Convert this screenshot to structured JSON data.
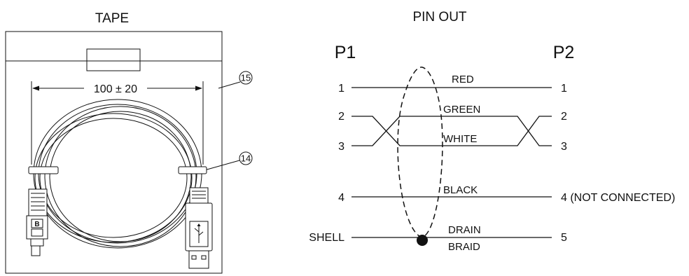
{
  "assembly": {
    "tape_label": "TAPE",
    "dimension_label": "100 ± 20",
    "callouts": [
      {
        "id": "bag",
        "label": "15"
      },
      {
        "id": "cable",
        "label": "14"
      }
    ],
    "connectors": {
      "left_glyph": "B",
      "right_glyph": "USB"
    }
  },
  "pinout": {
    "title": "PIN OUT",
    "p1_label": "P1",
    "p2_label": "P2",
    "rows": [
      {
        "p1": "1",
        "wire": "RED",
        "p2": "1"
      },
      {
        "p1": "2",
        "wire": "GREEN",
        "p2": "2"
      },
      {
        "p1": "3",
        "wire": "WHITE",
        "p2": "3"
      },
      {
        "p1": "4",
        "wire": "BLACK",
        "p2": "4 (NOT CONNECTED)"
      },
      {
        "p1": "SHELL",
        "wire": "DRAIN",
        "wire2": "BRAID",
        "p2": "5"
      }
    ]
  }
}
